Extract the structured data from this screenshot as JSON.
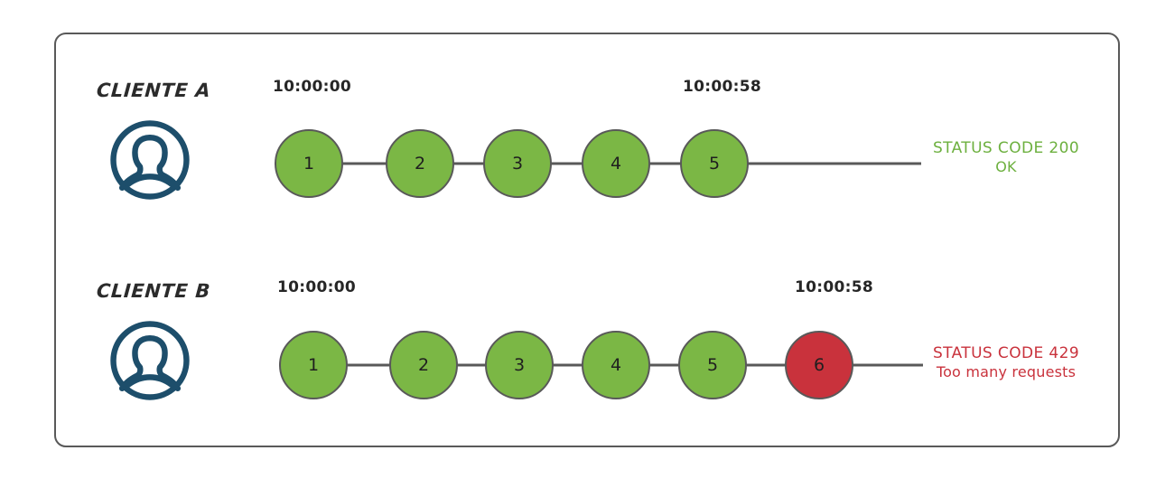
{
  "diagram": {
    "title_present": false,
    "border_color": "#595959",
    "colors": {
      "node_ok": "#7BB745",
      "node_fail": "#C9323C",
      "node_stroke": "#595959",
      "avatar": "#1D4E6B",
      "status_ok_text": "#6DB03F",
      "status_fail_text": "#C9323C",
      "label_text": "#2b2b2b",
      "timestamp_text": "#262626"
    },
    "rows": [
      {
        "id": "client-a",
        "label": "CLIENTE A",
        "avatar_icon": "user-avatar-icon",
        "timestamp_start": "10:00:00",
        "timestamp_end": "10:00:58",
        "nodes": [
          {
            "number": "1",
            "state": "ok"
          },
          {
            "number": "2",
            "state": "ok"
          },
          {
            "number": "3",
            "state": "ok"
          },
          {
            "number": "4",
            "state": "ok"
          },
          {
            "number": "5",
            "state": "ok"
          }
        ],
        "status_main": "STATUS CODE 200",
        "status_sub": "OK",
        "status_state": "ok"
      },
      {
        "id": "client-b",
        "label": "CLIENTE B",
        "avatar_icon": "user-avatar-icon",
        "timestamp_start": "10:00:00",
        "timestamp_end": "10:00:58",
        "nodes": [
          {
            "number": "1",
            "state": "ok"
          },
          {
            "number": "2",
            "state": "ok"
          },
          {
            "number": "3",
            "state": "ok"
          },
          {
            "number": "4",
            "state": "ok"
          },
          {
            "number": "5",
            "state": "ok"
          },
          {
            "number": "6",
            "state": "fail"
          }
        ],
        "status_main": "STATUS CODE 429",
        "status_sub": "Too many requests",
        "status_state": "fail"
      }
    ]
  }
}
